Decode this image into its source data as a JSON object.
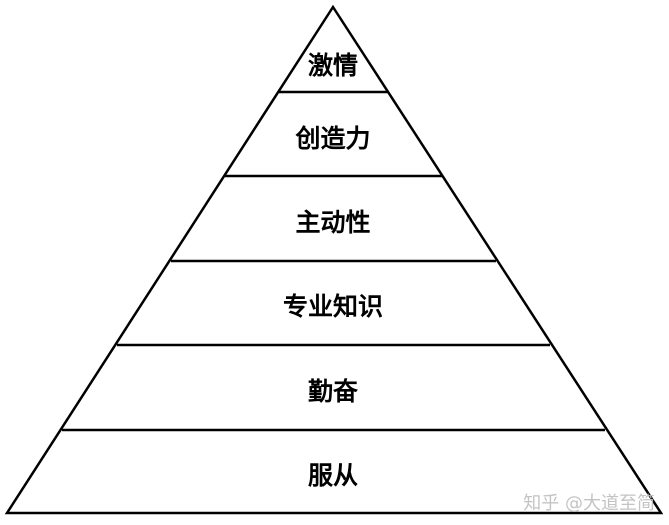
{
  "diagram": {
    "type": "pyramid",
    "levels_top_to_bottom": [
      "激情",
      "创造力",
      "主动性",
      "专业知识",
      "勤奋",
      "服从"
    ],
    "colors": {
      "fill": "#ffffff",
      "stroke": "#000000",
      "text": "#000000"
    }
  },
  "watermark": {
    "text": "知乎 @大道至简"
  }
}
